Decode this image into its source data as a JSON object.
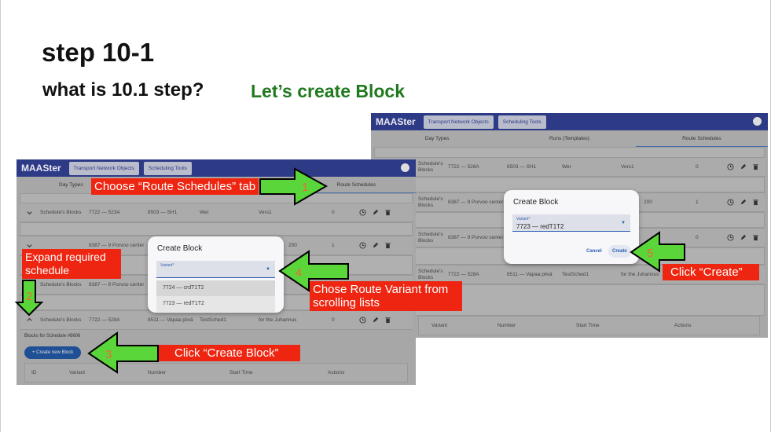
{
  "slide": {
    "title": "step 10-1",
    "question": "what is 10.1 step?",
    "answer": "Let’s create Block"
  },
  "app": {
    "logo": "MAASter",
    "nav": [
      "Transport Network Objects",
      "Scheduling Tools"
    ],
    "account_icon": "account-circle-icon"
  },
  "right_screen": {
    "tabs": [
      "Day Types",
      "Runs (Templates)",
      "Route Schedules"
    ],
    "active_tab": "Route Schedules",
    "rows": [
      {
        "label": "Schedule's Blocks",
        "route": "7722 — 528A",
        "stop": "8503 — SH1",
        "name": "Wer",
        "desc": "Vers1",
        "count": "0"
      },
      {
        "label": "Schedule's Blocks",
        "route": "8387 — 9 Porvoo center",
        "stop": "",
        "name": "",
        "desc": "200",
        "count": "1"
      },
      {
        "label": "Schedule's Blocks",
        "route": "8387 — 9 Porvoo center",
        "stop": "",
        "name": "",
        "desc": "",
        "count": "0"
      },
      {
        "label": "Schedule's Blocks",
        "route": "7722 — 528A",
        "stop": "8511 — Vapaa piivä",
        "name": "TestSched1",
        "desc": "for the Juhannus",
        "count": ""
      }
    ],
    "table_headers": [
      "Variant",
      "Number",
      "Start Time",
      "Actions"
    ],
    "dialog": {
      "title": "Create Block",
      "field_label": "Variant*",
      "field_value": "7723 — redT1T2",
      "cancel": "Cancel",
      "create": "Create"
    }
  },
  "left_screen": {
    "tabs": [
      "Day Types",
      "",
      "Route Schedules"
    ],
    "rows": [
      {
        "label": "Schedule's Blocks",
        "route": "7722 — 523A",
        "stop": "8503 — SH1",
        "name": "Wer",
        "desc": "Vers1",
        "count": "0"
      },
      {
        "label": "",
        "route": "8387 — 9 Porvoo center",
        "stop": "",
        "name": "",
        "desc": "200",
        "count": "1"
      },
      {
        "label": "Schedule's Blocks",
        "route": "8387 — 9 Porvoo center",
        "stop": "",
        "name": "",
        "desc": "",
        "count": ""
      },
      {
        "label": "Schedule's Blocks",
        "route": "7722 — 528A",
        "stop": "8511 — Vapaa piivä",
        "name": "TestSched1",
        "desc": "for the Juhannus",
        "count": "0"
      }
    ],
    "blocks_title": "Blocks for Schedule #8606",
    "create_button": "+ Create new Block",
    "table_headers": [
      "ID",
      "Variant",
      "Number",
      "Start Time",
      "Actions"
    ],
    "dialog": {
      "title": "Create Block",
      "field_label": "Variant*",
      "options": [
        "7724 — crdT1T2",
        "7723 — redT1T2"
      ]
    }
  },
  "callouts": {
    "c1": "Choose “Route Schedules” tab",
    "c2": "Expand  required schedule",
    "c3": "Click  “Create Block”",
    "c4": "Chose Route Variant from scrolling lists",
    "c5": "Click  “Create”",
    "steps": [
      "1",
      "2",
      "3",
      "4",
      "5"
    ]
  },
  "colors": {
    "header": "#2d3a86",
    "callout": "#ee2611",
    "arrow": "#5bd63a",
    "answer": "#1f7a1f"
  }
}
